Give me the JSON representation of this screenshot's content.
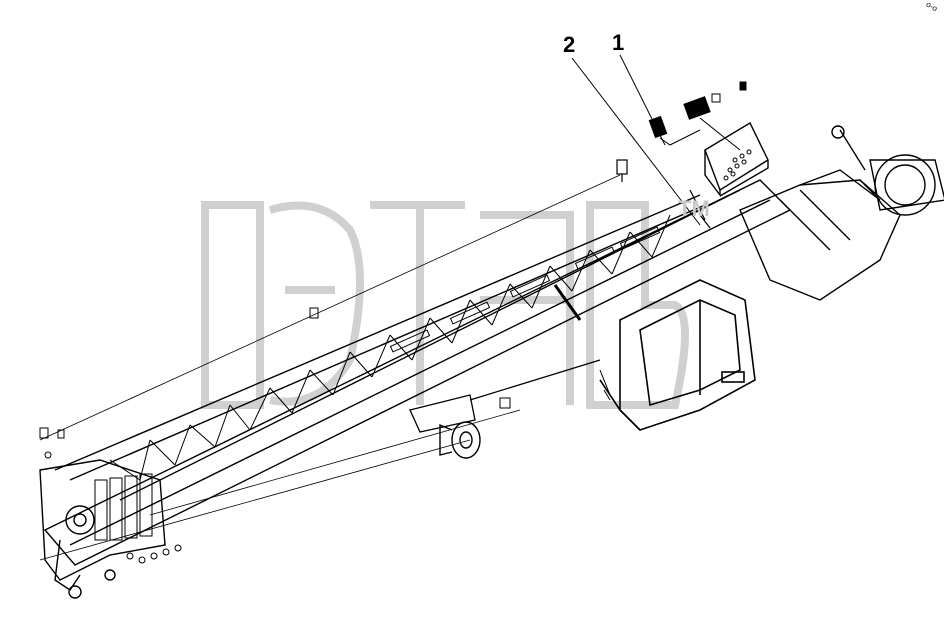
{
  "callouts": {
    "one": "1",
    "two": "2"
  },
  "watermark": {
    "trademark": "TM",
    "color": "#d0d0d0"
  },
  "corner_mark": "o-o",
  "colors": {
    "line": "#000000",
    "background": "#ffffff"
  }
}
